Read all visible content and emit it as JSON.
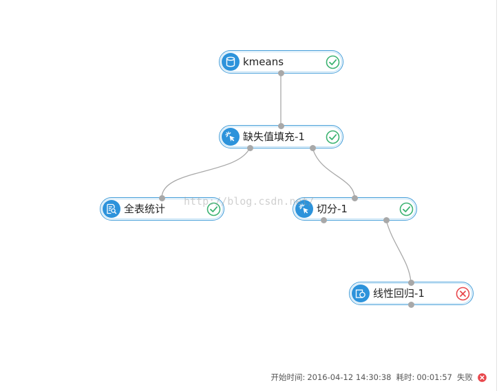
{
  "nodes": [
    {
      "id": "kmeans",
      "label": "kmeans",
      "icon": "database-icon",
      "status": "success"
    },
    {
      "id": "fill",
      "label": "缺失值填充-1",
      "icon": "cursor-click-icon",
      "status": "success"
    },
    {
      "id": "stats",
      "label": "全表统计",
      "icon": "table-search-icon",
      "status": "success"
    },
    {
      "id": "split",
      "label": "切分-1",
      "icon": "cursor-click-icon",
      "status": "success"
    },
    {
      "id": "regression",
      "label": "线性回归-1",
      "icon": "regression-icon",
      "status": "failed"
    }
  ],
  "edges": [
    {
      "from": "kmeans",
      "to": "fill"
    },
    {
      "from": "fill",
      "to": "stats"
    },
    {
      "from": "fill",
      "to": "split"
    },
    {
      "from": "split",
      "to": "regression"
    }
  ],
  "watermark": "http://blog.csdn.net/",
  "footer": {
    "start_label": "开始时间:",
    "start_value": "2016-04-12 14:30:38",
    "duration_label": "耗时:",
    "duration_value": "00:01:57",
    "result": "失败"
  },
  "colors": {
    "node_border": "#3f9bd8",
    "icon_bg": "#2d93db",
    "success": "#3cb371",
    "failed": "#e8474c",
    "edge": "#a8a8a8"
  }
}
